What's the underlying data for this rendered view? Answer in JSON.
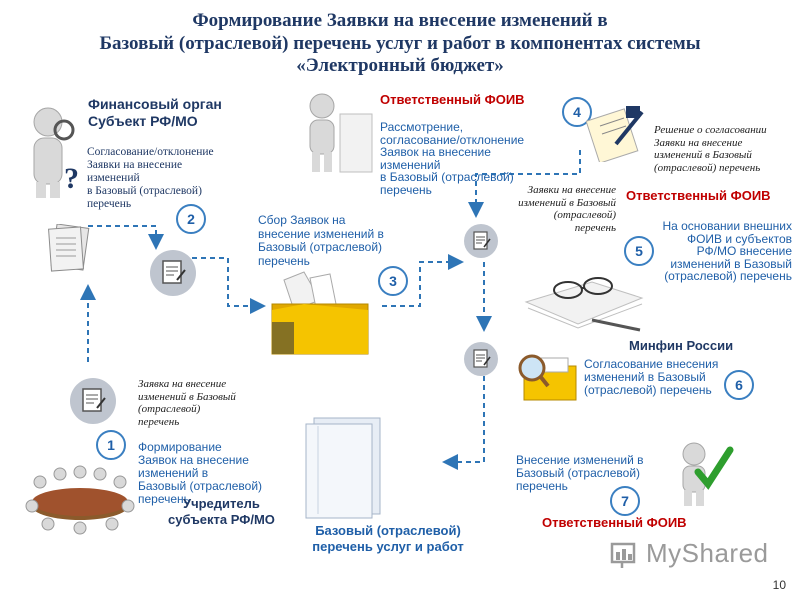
{
  "title": {
    "line1": "Формирование Заявки на внесение изменений в",
    "line2": "Базовый (отраслевой) перечень услуг и работ в компонентах системы",
    "line3": "«Электронный бюджет»"
  },
  "nodes": {
    "fin_organ": {
      "line1": "Финансовый орган",
      "line2": "Субъект РФ/МО"
    },
    "agree_1": {
      "l1": "Согласование/отклонение",
      "l2": "Заявки на внесение",
      "l3": "изменений",
      "l4": "в Базовый (отраслевой)",
      "l5": "перечень"
    },
    "collect": {
      "l1": "Сбор Заявок на",
      "l2": "внесение изменений в",
      "l3": "Базовый (отраслевой)",
      "l4": "перечень"
    },
    "foiv_top": {
      "title": "Ответственный ФОИВ",
      "l1": "Рассмотрение,",
      "l2": "согласование/отклонение",
      "l3": "Заявок на внесение",
      "l4": "изменений",
      "l5": "в Базовый (отраслевой)",
      "l6": "перечень"
    },
    "decision": {
      "l1": "Решение о согласовании",
      "l2": "Заявки на внесение",
      "l3": "изменений в Базовый",
      "l4": "(отраслевой) перечень"
    },
    "requests": {
      "l1": "Заявки на внесение",
      "l2": "изменений в Базовый",
      "l3": "(отраслевой)",
      "l4": "перечень"
    },
    "foiv_right": {
      "title": "Ответственный ФОИВ",
      "l1": "На основании внешних",
      "l2": "ФОИВ и субъектов",
      "l3": "РФ/МО внесение",
      "l4": "изменений в Базовый",
      "l5": "(отраслевой) перечень"
    },
    "minfin": {
      "title": "Минфин России",
      "l1": "Согласование внесения",
      "l2": "изменений в Базовый",
      "l3": "(отраслевой) перечень"
    },
    "request_left": {
      "l1": "Заявка на внесение",
      "l2": "изменений в Базовый",
      "l3": "(отраслевой)",
      "l4": "перечень"
    },
    "form": {
      "l1": "Формирование",
      "l2": "Заявок на внесение",
      "l3": "изменений в",
      "l4": "Базовый (отраслевой)",
      "l5": "перечень"
    },
    "founder": {
      "l1": "Учредитель",
      "l2": "субъекта РФ/МО"
    },
    "base_list": {
      "l1": "Базовый (отраслевой)",
      "l2": "перечень услуг и работ"
    },
    "changes": {
      "l1": "Внесение изменений в",
      "l2": "Базовый (отраслевой)",
      "l3": "перечень"
    },
    "foiv_bottom": {
      "title": "Ответственный ФОИВ"
    }
  },
  "steps": [
    "1",
    "2",
    "3",
    "4",
    "5",
    "6",
    "7"
  ],
  "watermark": "MyShared",
  "page_number": "10",
  "colors": {
    "title": "#1f3864",
    "accent_blue": "#1f5fa8",
    "accent_red": "#c00000",
    "arrow": "#2e75b6",
    "circle": "#3a7fc1"
  }
}
